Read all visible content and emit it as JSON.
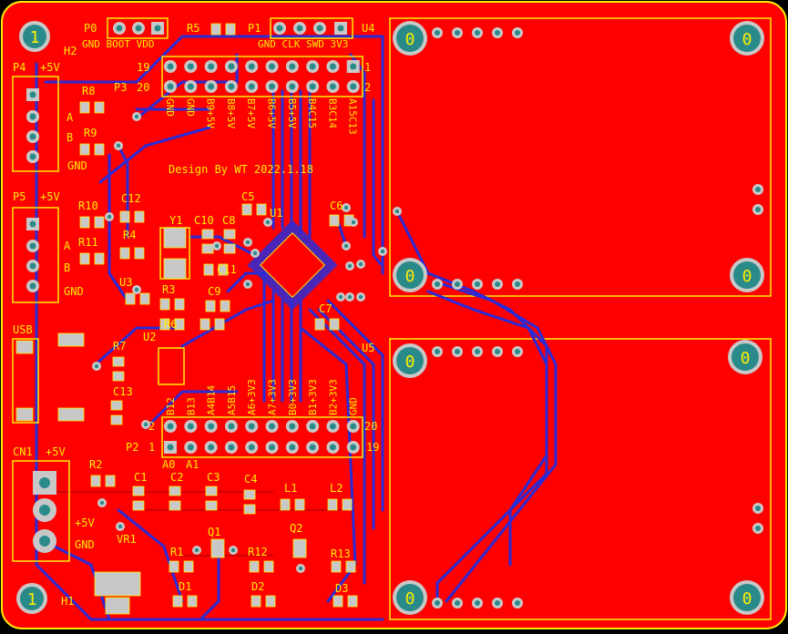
{
  "colors": {
    "copper_top": "#ff0000",
    "copper_bottom": "#2b2bd6",
    "silkscreen": "#ffee00",
    "pad_ring": "#c8c8c8",
    "pad_hole": "#2a8a8a",
    "background": "#000000"
  },
  "title": "Design By WT 2022.1.18",
  "mount_holes": {
    "h1": "1",
    "h2": "1"
  },
  "module_hole_label": "0",
  "labels": {
    "P0": "P0",
    "P0_pins": "GND BOOT VDD",
    "R5": "R5",
    "P1": "P1",
    "P1_pins": "GND CLK SWD 3V3",
    "U4": "U4",
    "H2": "H2",
    "H1": "H1",
    "P4": "P4",
    "P4_5v": "+5V",
    "P3": "P3",
    "P3_19": "19",
    "P3_20": "20",
    "P3_1": "1",
    "P3_2": "2",
    "R8": "R8",
    "R9": "R9",
    "A": "A",
    "B": "B",
    "GND": "GND",
    "P5": "P5",
    "P5_5v": "+5V",
    "R10": "R10",
    "R11": "R11",
    "C12": "C12",
    "R4": "R4",
    "Y1": "Y1",
    "C10": "C10",
    "C8": "C8",
    "C5": "C5",
    "U1": "U1",
    "C6": "C6",
    "C11": "C11",
    "USB": "USB",
    "U3": "U3",
    "R3": "R3",
    "C9": "C9",
    "R6": "R6",
    "C7": "C7",
    "R7": "R7",
    "U2": "U2",
    "U5": "U5",
    "C13": "C13",
    "P2": "P2",
    "P2_2": "2",
    "P2_1": "1",
    "P2_20": "20",
    "P2_19": "19",
    "A0": "A0",
    "A1": "A1",
    "CN1": "CN1",
    "CN1_5v": "+5V",
    "R2": "R2",
    "C1": "C1",
    "C2": "C2",
    "C3": "C3",
    "C4": "C4",
    "L1": "L1",
    "L2": "L2",
    "plus5v": "+5V",
    "gnd": "GND",
    "VR1": "VR1",
    "Q1": "Q1",
    "Q2": "Q2",
    "R1": "R1",
    "R12": "R12",
    "R13": "R13",
    "D1": "D1",
    "D2": "D2",
    "D3": "D3"
  },
  "p3_top_signals": [
    "GND",
    "GND",
    "B9+5V",
    "B8+5V",
    "B7+5V",
    "B6+5V",
    "B5+5V",
    "B4C15",
    "B3C14",
    "A15C13"
  ],
  "p2_bottom_signals": [
    "B12",
    "B13",
    "A4B14",
    "A5B15",
    "A6+3V3",
    "A7+3V3",
    "B0+3V3",
    "B1+3V3",
    "B2+3V3",
    "GND"
  ]
}
